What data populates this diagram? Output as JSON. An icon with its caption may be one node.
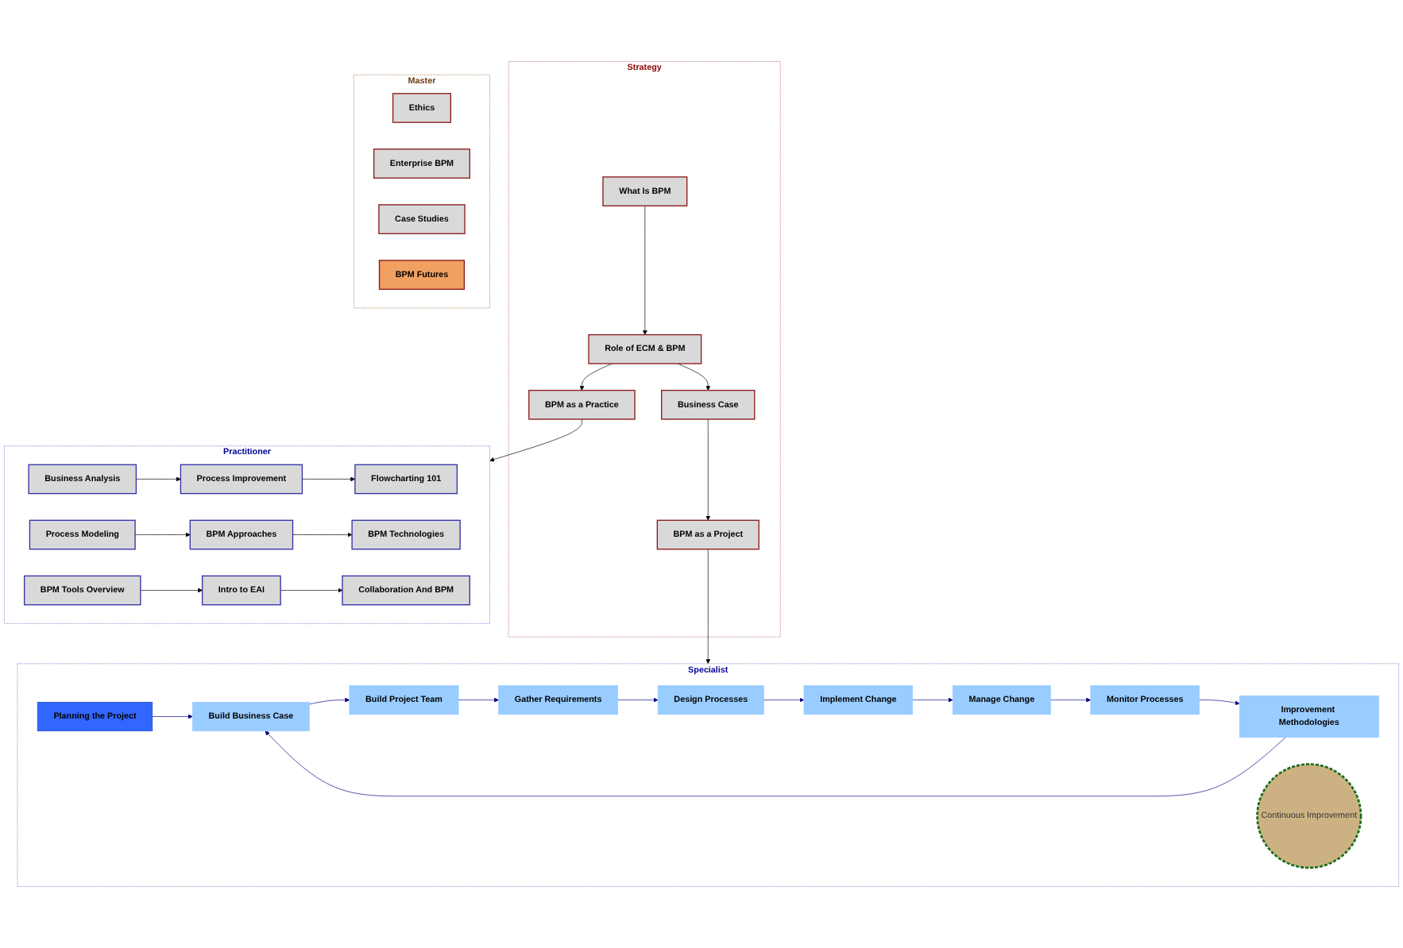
{
  "diagram": {
    "nodes": [
      {
        "text": [
          "Strategy"
        ]
      },
      {
        "text": [
          "What Is BPM"
        ],
        "in": 0
      },
      {
        "text": [
          "Role of ECM & BPM"
        ],
        "in": 0
      },
      {
        "text": [
          "Business Case"
        ],
        "in": 0
      },
      {
        "text": [
          "BPM as a Practice"
        ],
        "in": 0
      },
      {
        "text": [
          "BPM as a Project"
        ],
        "in": 0
      },
      {
        "text": [
          "Practitioner"
        ]
      },
      {
        "text": [
          "Business Analysis"
        ],
        "in": 6
      },
      {
        "text": [
          "Process Improvement"
        ],
        "in": 6
      },
      {
        "text": [
          "Flowcharting 101"
        ],
        "in": 6
      },
      {
        "text": [
          "Process Modeling"
        ],
        "in": 6
      },
      {
        "text": [
          "BPM Approaches"
        ],
        "in": 6
      },
      {
        "text": [
          "BPM Technologies"
        ],
        "in": 6
      },
      {
        "text": [
          "BPM Tools Overview"
        ],
        "in": 6
      },
      {
        "text": [
          "Intro to EAI"
        ],
        "in": 6
      },
      {
        "text": [
          "Collaboration And BPM"
        ],
        "in": 6
      },
      {
        "text": [
          "Specialist"
        ]
      },
      {
        "text": [
          "Planning the Project"
        ],
        "in": 16
      },
      {
        "text": [
          "Build Business Case"
        ],
        "in": 16
      },
      {
        "text": [
          "Build Project Team"
        ],
        "in": 16
      },
      {
        "text": [
          "Gather Requirements"
        ],
        "in": 16
      },
      {
        "text": [
          "Design Processes"
        ],
        "in": 16
      },
      {
        "text": [
          "Implement Change"
        ],
        "in": 16
      },
      {
        "text": [
          "Manage Change"
        ],
        "in": 16
      },
      {
        "text": [
          "Monitor Processes"
        ],
        "in": 16
      },
      {
        "text": [
          "Improvement Methodologies"
        ],
        "in": 16
      },
      {
        "text": [
          "Continuous Improvement"
        ],
        "in": 16
      },
      {
        "text": [
          "Master"
        ]
      },
      {
        "text": [
          "Ethics"
        ],
        "in": 27
      },
      {
        "text": [
          "Enterprise BPM"
        ],
        "in": 27
      },
      {
        "text": [
          "Case Studies"
        ],
        "in": 27
      },
      {
        "text": [
          "BPM Futures"
        ],
        "in": 27
      }
    ],
    "edges": [
      {
        "from": 1,
        "to": 2,
        "arrow": "to"
      },
      {
        "from": 2,
        "to": 3,
        "arrow": "to"
      },
      {
        "from": 2,
        "to": 4,
        "arrow": "to"
      },
      {
        "from": 3,
        "to": 5,
        "arrow": "to"
      },
      {
        "from": 4,
        "to": 6,
        "arrow": "to"
      },
      {
        "from": 5,
        "to": 16,
        "arrow": "to"
      },
      {
        "from": 7,
        "to": 8,
        "arrow": "to"
      },
      {
        "from": 8,
        "to": 9,
        "arrow": "to"
      },
      {
        "from": 10,
        "to": 11,
        "arrow": "to"
      },
      {
        "from": 11,
        "to": 12,
        "arrow": "to"
      },
      {
        "from": 13,
        "to": 14,
        "arrow": "to"
      },
      {
        "from": 14,
        "to": 15,
        "arrow": "to"
      },
      {
        "from": 17,
        "to": 18,
        "arrow": "to",
        "color": "#000080"
      },
      {
        "from": 18,
        "to": 19,
        "arrow": "to",
        "color": "#000080"
      },
      {
        "from": 19,
        "to": 20,
        "arrow": "to",
        "color": "#000080"
      },
      {
        "from": 20,
        "to": 21,
        "arrow": "to",
        "color": "#000080"
      },
      {
        "from": 21,
        "to": 22,
        "arrow": "to",
        "color": "#000080"
      },
      {
        "from": 22,
        "to": 23,
        "arrow": "to",
        "color": "#000080"
      },
      {
        "from": 23,
        "to": 24,
        "arrow": "to",
        "color": "#000080"
      },
      {
        "from": 24,
        "to": 25,
        "arrow": "to",
        "color": "#000080"
      },
      {
        "from": 25,
        "to": 18,
        "arrow": "to",
        "color": "#000080"
      }
    ]
  }
}
